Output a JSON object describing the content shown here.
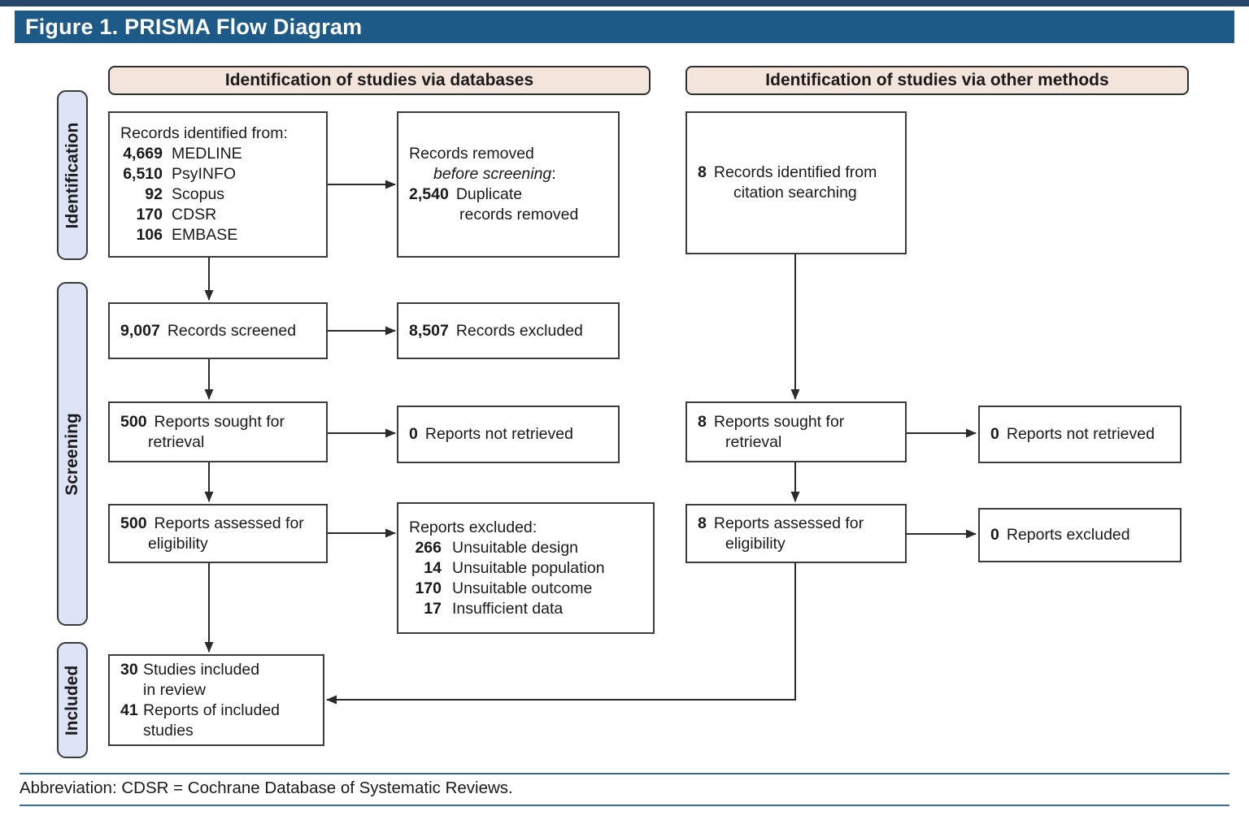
{
  "figure": {
    "title": "Figure 1. PRISMA Flow Diagram",
    "footer_note": "Abbreviation: CDSR = Cochrane Database of Systematic Reviews."
  },
  "colors": {
    "top_strip": "#27476b",
    "title_bar": "#1d5a87",
    "header_fill": "#f3e5dc",
    "stage_fill": "#dde4f6",
    "box_border": "#3c3c3c",
    "arrow": "#2b2b2b",
    "footer_line": "#37699b",
    "text": "#1a1a1a"
  },
  "column_headers": {
    "databases": "Identification of studies via databases",
    "other_methods": "Identification of studies via other methods"
  },
  "stage_labels": {
    "identification": "Identification",
    "screening": "Screening",
    "included": "Included"
  },
  "boxes": {
    "records_identified": {
      "title": "Records identified from:",
      "rows": [
        {
          "num": "4,669",
          "label": "MEDLINE"
        },
        {
          "num": "6,510",
          "label": "PsyINFO"
        },
        {
          "num": "92",
          "label": "Scopus"
        },
        {
          "num": "170",
          "label": "CDSR"
        },
        {
          "num": "106",
          "label": "EMBASE"
        }
      ]
    },
    "records_removed": {
      "line1": "Records removed",
      "line2_italic": "before screening",
      "line2_suffix": ":",
      "num": "2,540",
      "label1": "Duplicate",
      "label2": "records removed"
    },
    "records_citation": {
      "num": "8",
      "line1": "Records identified from",
      "line2": "citation searching"
    },
    "records_screened": {
      "num": "9,007",
      "label": "Records screened"
    },
    "records_excluded": {
      "num": "8,507",
      "label": "Records excluded"
    },
    "reports_sought_db": {
      "num": "500",
      "line1": "Reports sought for",
      "line2": "retrieval"
    },
    "reports_not_retrieved_db": {
      "num": "0",
      "label": "Reports not retrieved"
    },
    "reports_sought_other": {
      "num": "8",
      "line1": "Reports sought for",
      "line2": "retrieval"
    },
    "reports_not_retrieved_other": {
      "num": "0",
      "label": "Reports not retrieved"
    },
    "reports_assessed_db": {
      "num": "500",
      "line1": "Reports assessed for",
      "line2": "eligibility"
    },
    "reports_excluded_detail": {
      "title": "Reports excluded:",
      "rows": [
        {
          "num": "266",
          "label": "Unsuitable design"
        },
        {
          "num": "14",
          "label": "Unsuitable population"
        },
        {
          "num": "170",
          "label": "Unsuitable outcome"
        },
        {
          "num": "17",
          "label": "Insufficient data"
        }
      ]
    },
    "reports_assessed_other": {
      "num": "8",
      "line1": "Reports assessed for",
      "line2": "eligibility"
    },
    "reports_excluded_other": {
      "num": "0",
      "label": "Reports excluded"
    },
    "studies_included": {
      "rows": [
        {
          "num": "30",
          "line1": "Studies included",
          "line2": "in review"
        },
        {
          "num": "41",
          "line1": "Reports of included",
          "line2": "studies"
        }
      ]
    }
  }
}
